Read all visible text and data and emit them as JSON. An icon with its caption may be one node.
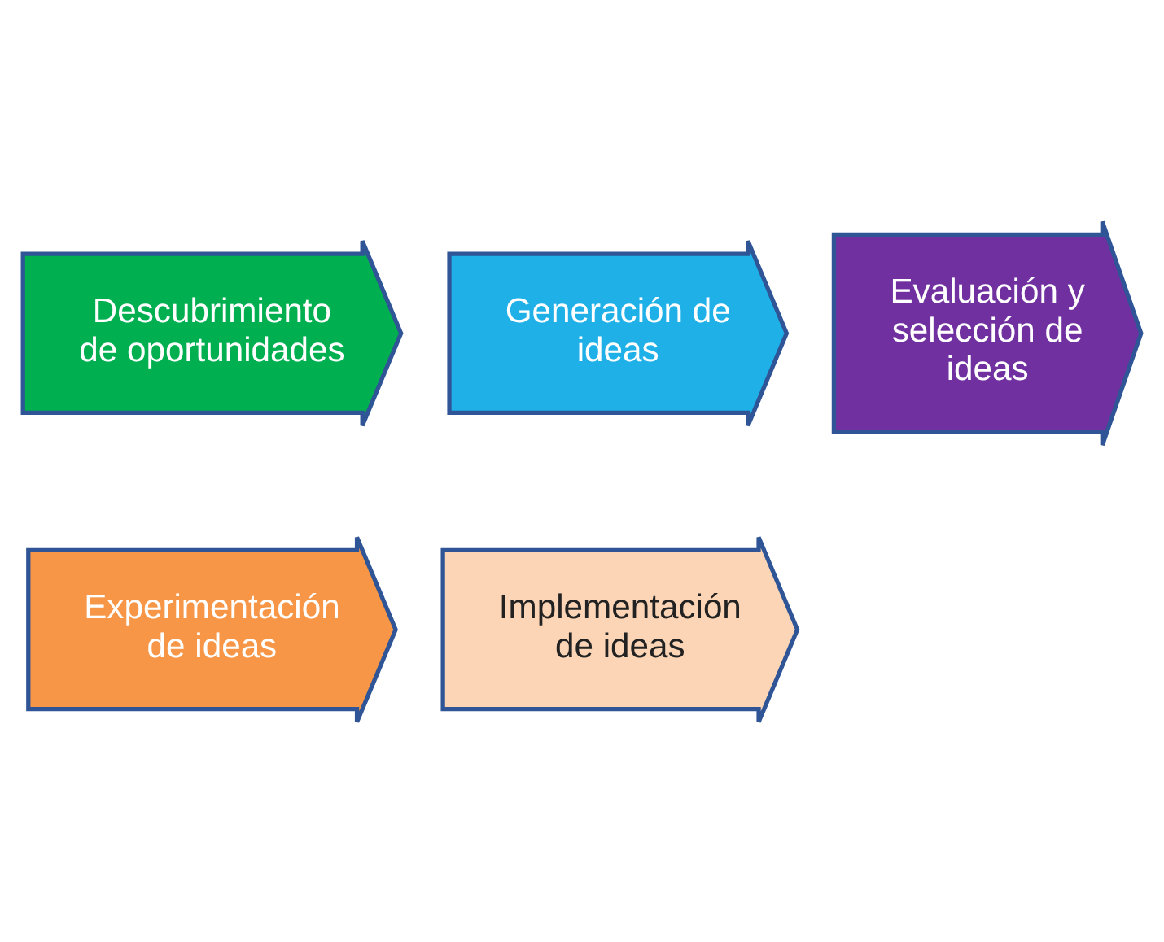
{
  "diagram": {
    "nodes": [
      {
        "text": [
          "Descubrimiento de oportunidades"
        ]
      },
      {
        "text": [
          "Generación de ideas"
        ]
      },
      {
        "text": [
          "Evaluación y selección de ideas"
        ]
      },
      {
        "text": [
          "Experimentación de ideas"
        ]
      },
      {
        "text": [
          "Implementación de ideas"
        ]
      }
    ],
    "edges": []
  }
}
